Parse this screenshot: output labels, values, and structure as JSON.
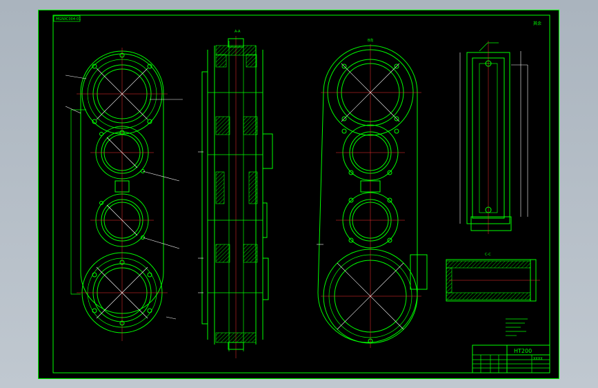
{
  "drawing": {
    "corner_code": "MGNXC004-01",
    "material": "HT200",
    "title_block_note": "XXXX",
    "top_right_mark": "其余",
    "section_labels": {
      "section_a": "A-A",
      "view_b": "B向",
      "section_c": "C-C"
    }
  },
  "colors": {
    "background": "#000000",
    "primary_lines": "#00ff00",
    "center_lines": "#ff3030",
    "hidden_lines": "#ffff00",
    "dimension_lines": "#ffffff",
    "viewport": "#b5bec8"
  }
}
